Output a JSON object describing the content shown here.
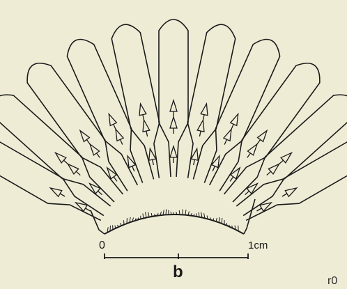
{
  "figure": {
    "panel_label": "b",
    "scale_bar": {
      "start_label": "0",
      "end_label": "1cm"
    },
    "corner_mark": "r0"
  }
}
